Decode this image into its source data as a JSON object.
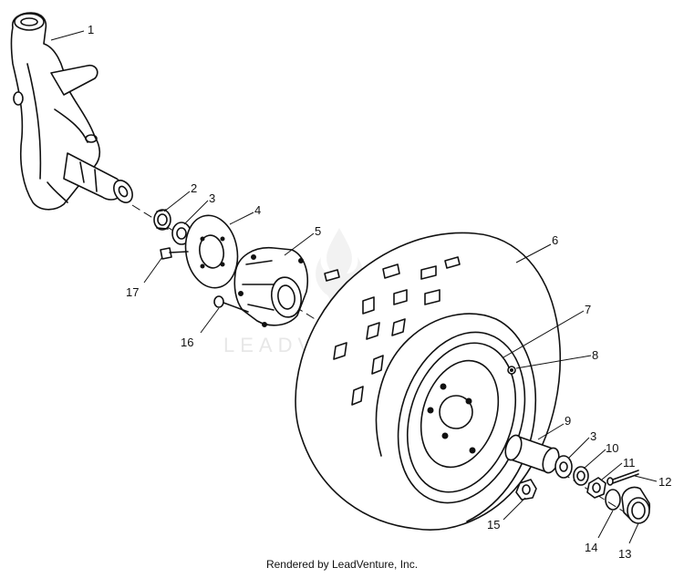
{
  "watermark": "LEADVENTURE",
  "footer": "Rendered by LeadVenture, Inc.",
  "callouts": [
    "1",
    "2",
    "3",
    "4",
    "5",
    "6",
    "7",
    "8",
    "9",
    "3",
    "10",
    "11",
    "12",
    "13",
    "14",
    "15",
    "16",
    "17"
  ]
}
